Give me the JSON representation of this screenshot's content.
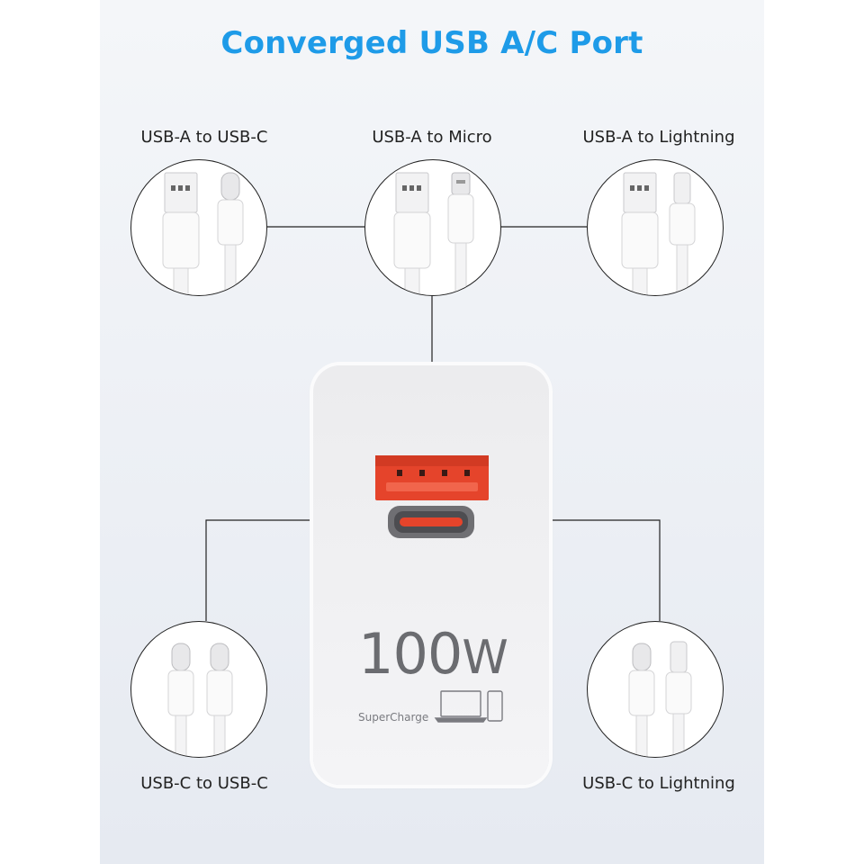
{
  "title": "Converged USB A/C Port",
  "cables": {
    "a_to_c": "USB-A to USB-C",
    "a_to_micro": "USB-A to Micro",
    "a_to_lightning": "USB-A to Lightning",
    "c_to_c": "USB-C to USB-C",
    "c_to_lightning": "USB-C to Lightning"
  },
  "charger": {
    "power_value": "100",
    "power_unit": "W",
    "brand_text": "SuperCharge"
  },
  "colors": {
    "title": "#1e9be8",
    "port_highlight": "#e5442b",
    "usb_c_frame": "#6f6f73",
    "line": "#222222"
  },
  "icons": [
    "usb-a-plug-icon",
    "usb-c-plug-icon",
    "micro-usb-plug-icon",
    "lightning-plug-icon",
    "laptop-icon",
    "phone-icon"
  ]
}
